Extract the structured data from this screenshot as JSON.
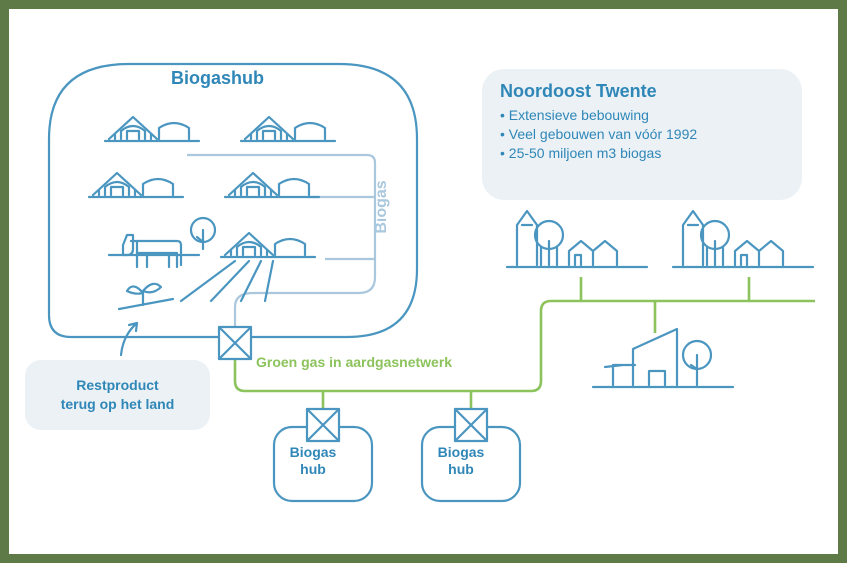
{
  "hub": {
    "title": "Biogashub",
    "pipe_label": "Biogas"
  },
  "region": {
    "title": "Noordoost Twente",
    "bullets": [
      "• Extensieve bebouwing",
      "• Veel gebouwen van vóór 1992",
      "• 25-50 miljoen m3 biogas"
    ]
  },
  "restproduct": {
    "line1": "Restproduct",
    "line2": "terug op het land"
  },
  "network": {
    "label": "Groen gas in aardgasnetwerk"
  },
  "small_hubs": [
    {
      "line1": "Biogas",
      "line2": "hub"
    },
    {
      "line1": "Biogas",
      "line2": "hub"
    }
  ],
  "colors": {
    "frame": "#5d7a47",
    "primary": "#4a96c0",
    "text": "#2f87b8",
    "pipe_biogas": "#a9c7dd",
    "pipe_groen": "#8cc35c",
    "panel": "#ebf1f5"
  }
}
